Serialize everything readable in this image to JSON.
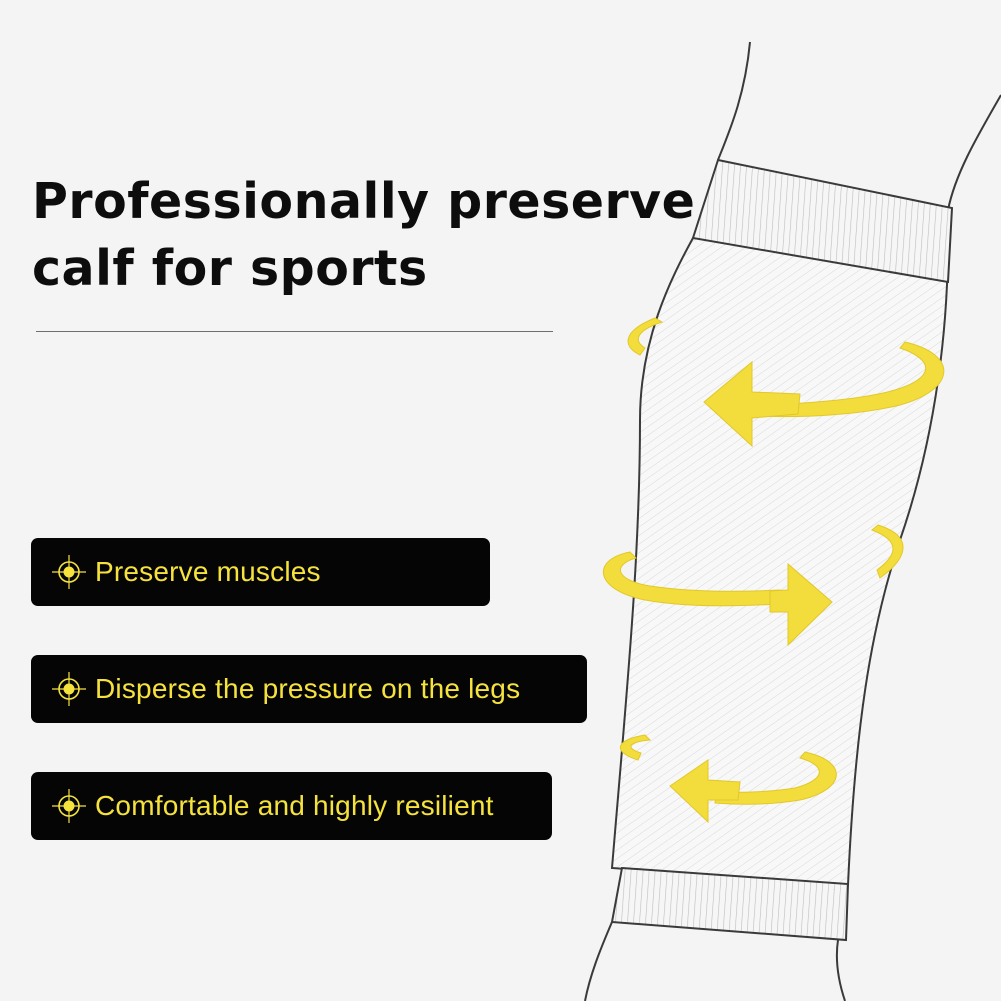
{
  "headline": {
    "line1": "Professionally preserve",
    "line2": "calf for sports"
  },
  "features": [
    {
      "label": "Preserve muscles",
      "icon": "crosshair-icon"
    },
    {
      "label": "Disperse the pressure on the legs",
      "icon": "crosshair-icon"
    },
    {
      "label": "Comfortable and highly resilient",
      "icon": "crosshair-icon"
    }
  ],
  "colors": {
    "background": "#f4f4f4",
    "accent": "#f6e23d",
    "pill": "#050505",
    "headline": "#0d0d0d"
  }
}
